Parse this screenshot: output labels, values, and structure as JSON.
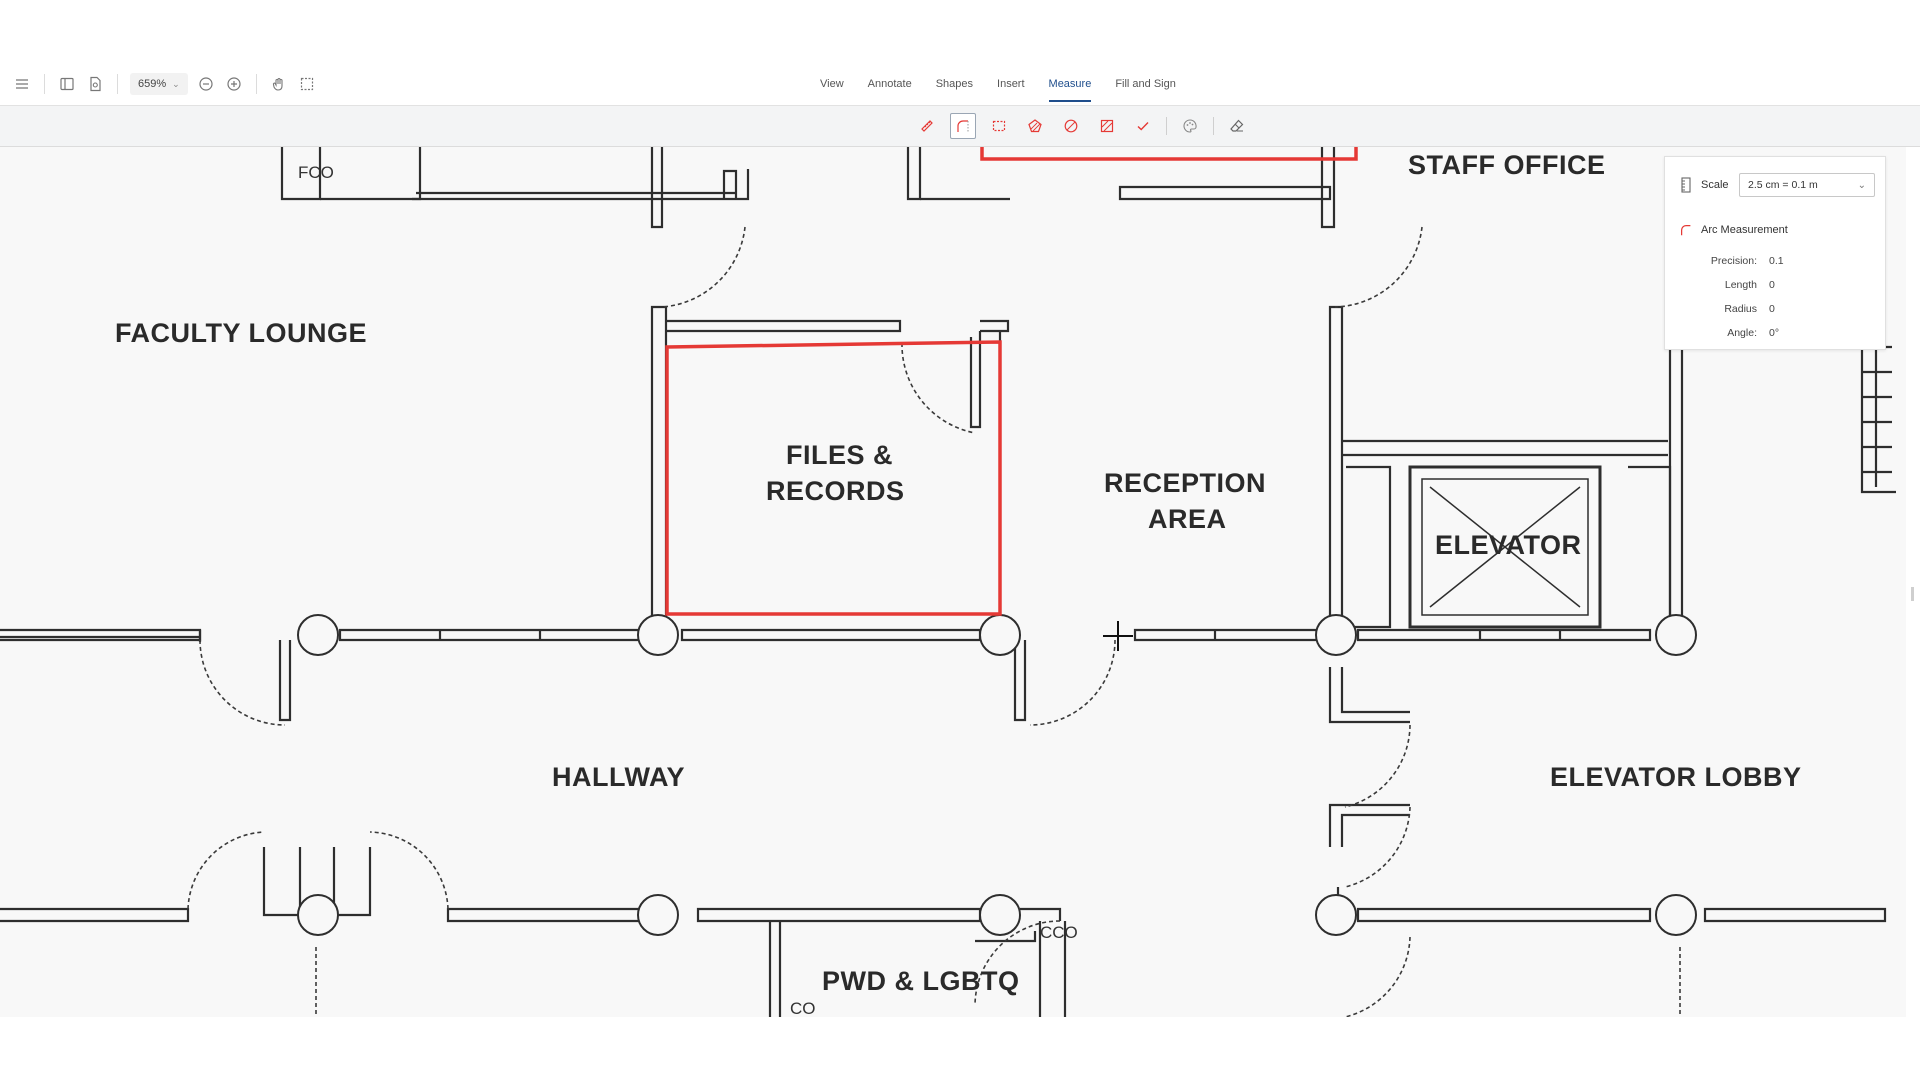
{
  "toolbar": {
    "zoom": "659%",
    "tabs": [
      {
        "label": "View"
      },
      {
        "label": "Annotate"
      },
      {
        "label": "Shapes"
      },
      {
        "label": "Insert"
      },
      {
        "label": "Measure"
      },
      {
        "label": "Fill and Sign"
      }
    ],
    "active_tab": "Measure"
  },
  "measure_tools": [
    {
      "name": "distance",
      "icon": "ruler-icon"
    },
    {
      "name": "arc",
      "icon": "arc-icon",
      "active": true
    },
    {
      "name": "perimeter",
      "icon": "dashed-rectangle-icon"
    },
    {
      "name": "area",
      "icon": "polygon-area-icon"
    },
    {
      "name": "ellipse-area",
      "icon": "ellipse-area-icon"
    },
    {
      "name": "rectangle-area",
      "icon": "rectangle-area-icon"
    },
    {
      "name": "count",
      "icon": "checkmark-icon"
    },
    {
      "name": "snap",
      "icon": "palette-icon"
    },
    {
      "name": "erase",
      "icon": "eraser-icon"
    }
  ],
  "panel": {
    "scale_label": "Scale",
    "scale_value": "2.5 cm = 0.1 m",
    "measurement_title": "Arc Measurement",
    "props": [
      {
        "key": "Precision:",
        "value": "0.1"
      },
      {
        "key": "Length",
        "value": "0"
      },
      {
        "key": "Radius",
        "value": "0"
      },
      {
        "key": "Angle:",
        "value": "0°"
      }
    ]
  },
  "floorplan": {
    "rooms": {
      "faculty_lounge": "FACULTY LOUNGE",
      "files_records_1": "FILES &",
      "files_records_2": "RECORDS",
      "reception_1": "RECEPTION",
      "reception_2": "AREA",
      "staff_office": "STAFF OFFICE",
      "elevator": "ELEVATOR",
      "hallway": "HALLWAY",
      "elevator_lobby": "ELEVATOR LOBBY",
      "pwd": "PWD & LGBTQ"
    },
    "small_labels": {
      "fco": "FCO",
      "cco_right": "CCO",
      "cco_bottom": "CO"
    }
  },
  "colors": {
    "accent": "#1f4e8c",
    "annotation_red": "#e53935",
    "wall": "#2e2e2e"
  }
}
